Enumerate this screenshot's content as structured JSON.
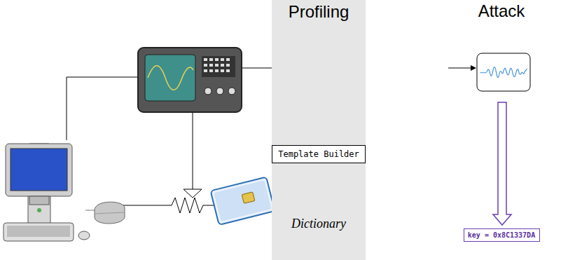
{
  "diagram": {
    "nodes": [
      {
        "text": [
          "Profiling"
        ]
      },
      {
        "text": [
          "Template Builder"
        ],
        "in": 0
      },
      {
        "text": [
          "key = 0x8C1337DA"
        ]
      }
    ],
    "labels": [
      "Attack",
      "Dictionary"
    ]
  }
}
